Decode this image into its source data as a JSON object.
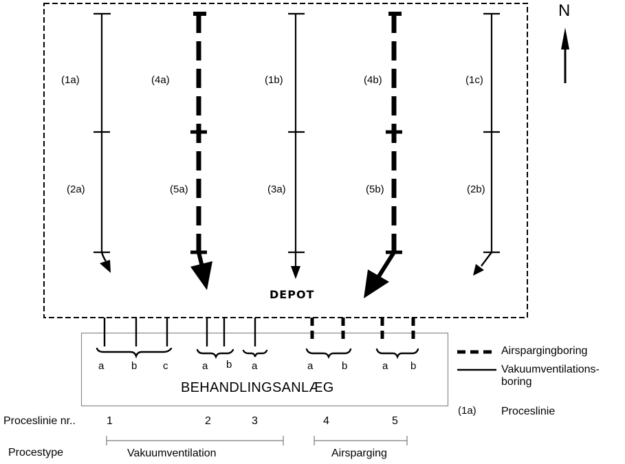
{
  "diagram": {
    "north_label": "N",
    "area_label": "DEPOT",
    "plant_label": "BEHANDLINGSANLÆG",
    "wells": [
      {
        "id": "1a",
        "label": "(1a)",
        "type": "vakuum",
        "column": 1,
        "segment": "upper"
      },
      {
        "id": "2a",
        "label": "(2a)",
        "type": "vakuum",
        "column": 1,
        "segment": "lower"
      },
      {
        "id": "4a",
        "label": "(4a)",
        "type": "airsparging",
        "column": 2,
        "segment": "upper"
      },
      {
        "id": "5a",
        "label": "(5a)",
        "type": "airsparging",
        "column": 2,
        "segment": "lower"
      },
      {
        "id": "1b",
        "label": "(1b)",
        "type": "vakuum",
        "column": 3,
        "segment": "upper"
      },
      {
        "id": "3a",
        "label": "(3a)",
        "type": "vakuum",
        "column": 3,
        "segment": "lower"
      },
      {
        "id": "4b",
        "label": "(4b)",
        "type": "airsparging",
        "column": 4,
        "segment": "upper"
      },
      {
        "id": "5b",
        "label": "(5b)",
        "type": "airsparging",
        "column": 4,
        "segment": "lower"
      },
      {
        "id": "1c",
        "label": "(1c)",
        "type": "vakuum",
        "column": 5,
        "segment": "upper"
      },
      {
        "id": "2b",
        "label": "(2b)",
        "type": "vakuum",
        "column": 5,
        "segment": "lower"
      }
    ],
    "connections": {
      "line1": [
        "a",
        "b",
        "c"
      ],
      "line2": [
        "a",
        "b"
      ],
      "line3": [
        "a"
      ],
      "line4": [
        "a",
        "b"
      ],
      "line5": [
        "a",
        "b"
      ]
    }
  },
  "legend": {
    "airsparging": "Airspargingboring",
    "vakuum_line1": "Vakuumventilations-",
    "vakuum_line2": "boring",
    "proceslinie_symbol": "(1a)",
    "proceslinie_label": "Proceslinie"
  },
  "footer": {
    "row1_label": "Proceslinie nr..",
    "line_numbers": [
      "1",
      "2",
      "3",
      "4",
      "5"
    ],
    "row2_label": "Procestype",
    "type_vakuum": "Vakuumventilation",
    "type_airsparging": "Airsparging"
  }
}
